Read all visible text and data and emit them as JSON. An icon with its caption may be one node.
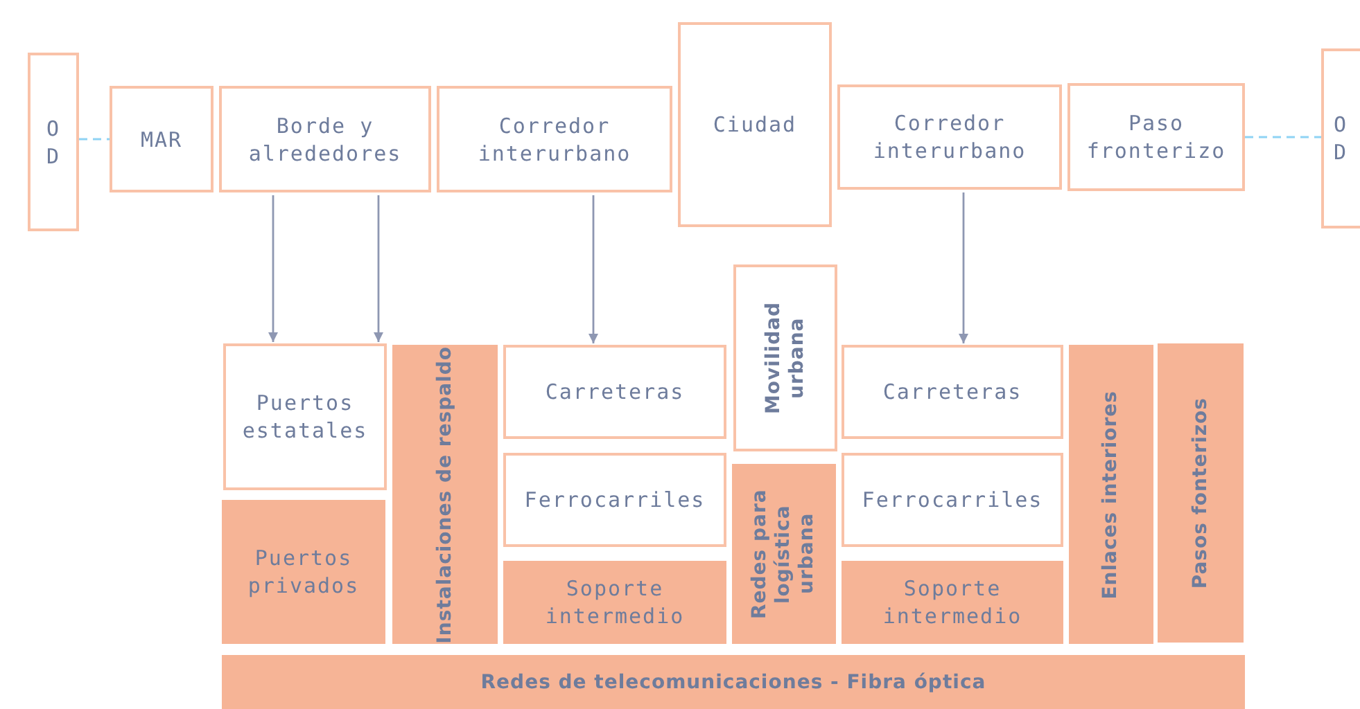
{
  "diagram": {
    "nodes": [
      {
        "text": [
          "O D"
        ]
      },
      {
        "text": [
          "MAR"
        ]
      },
      {
        "text": [
          "Borde y alrededores"
        ]
      },
      {
        "text": [
          "Corredor interurbano"
        ]
      },
      {
        "text": [
          "Ciudad"
        ]
      },
      {
        "text": [
          "Corredor interurbano"
        ]
      },
      {
        "text": [
          "Paso fronterizo"
        ]
      },
      {
        "text": [
          "O D"
        ]
      },
      {
        "text": [
          "Puertos estatales"
        ]
      },
      {
        "text": [
          "Instalaciones de respaldo"
        ]
      },
      {
        "text": [
          "Carreteras"
        ]
      },
      {
        "text": [
          "Movilidad urbana"
        ]
      },
      {
        "text": [
          "Carreteras"
        ]
      },
      {
        "text": [
          "Enlaces interiores"
        ]
      },
      {
        "text": [
          "Pasos fonterizos"
        ]
      },
      {
        "text": [
          "Puertos privados"
        ]
      },
      {
        "text": [
          "Ferrocarriles"
        ]
      },
      {
        "text": [
          "Redes para logística urbana"
        ]
      },
      {
        "text": [
          "Ferrocarriles"
        ]
      },
      {
        "text": [
          "Soporte intermedio"
        ]
      },
      {
        "text": [
          "Soporte intermedio"
        ]
      },
      {
        "text": [
          "Redes de telecomunicaciones - Fibra óptica"
        ]
      }
    ],
    "edges": [
      {
        "from": 0,
        "to": 1,
        "arrow": "none",
        "style": "dashed",
        "color": "#8fd3f4"
      },
      {
        "from": 6,
        "to": 7,
        "arrow": "none",
        "style": "dashed",
        "color": "#8fd3f4"
      },
      {
        "from": 2,
        "to": 8,
        "arrow": "to"
      },
      {
        "from": 2,
        "to": 8,
        "arrow": "to"
      },
      {
        "from": 3,
        "to": 10,
        "arrow": "to"
      },
      {
        "from": 5,
        "to": 12,
        "arrow": "to"
      }
    ]
  }
}
